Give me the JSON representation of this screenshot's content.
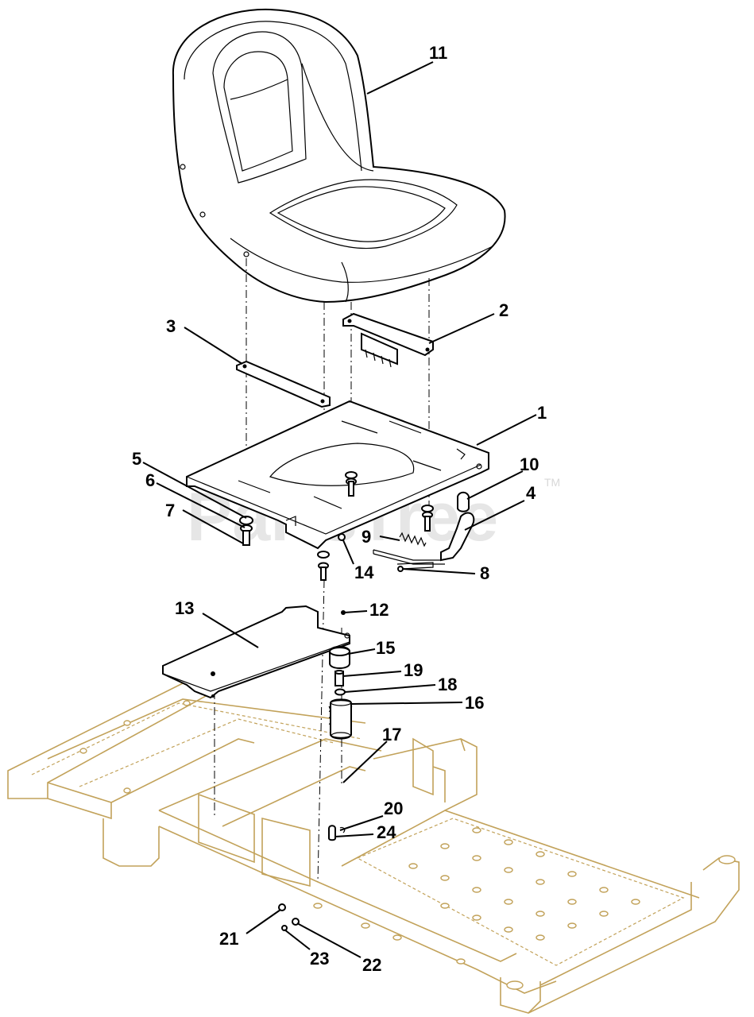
{
  "watermark": {
    "text": "PartsTree",
    "tm": "TM"
  },
  "callouts": [
    {
      "id": "11",
      "label": "11"
    },
    {
      "id": "2",
      "label": "2"
    },
    {
      "id": "3",
      "label": "3"
    },
    {
      "id": "1",
      "label": "1"
    },
    {
      "id": "10",
      "label": "10"
    },
    {
      "id": "5",
      "label": "5"
    },
    {
      "id": "6",
      "label": "6"
    },
    {
      "id": "4",
      "label": "4"
    },
    {
      "id": "7",
      "label": "7"
    },
    {
      "id": "9",
      "label": "9"
    },
    {
      "id": "14",
      "label": "14"
    },
    {
      "id": "8",
      "label": "8"
    },
    {
      "id": "13",
      "label": "13"
    },
    {
      "id": "12",
      "label": "12"
    },
    {
      "id": "15",
      "label": "15"
    },
    {
      "id": "19",
      "label": "19"
    },
    {
      "id": "18",
      "label": "18"
    },
    {
      "id": "16",
      "label": "16"
    },
    {
      "id": "17",
      "label": "17"
    },
    {
      "id": "20",
      "label": "20"
    },
    {
      "id": "24",
      "label": "24"
    },
    {
      "id": "21",
      "label": "21"
    },
    {
      "id": "23",
      "label": "23"
    },
    {
      "id": "22",
      "label": "22"
    }
  ],
  "colors": {
    "line": "#000000",
    "frame": "#c2a25a",
    "watermark": "#e6e6e6",
    "background": "#ffffff"
  }
}
